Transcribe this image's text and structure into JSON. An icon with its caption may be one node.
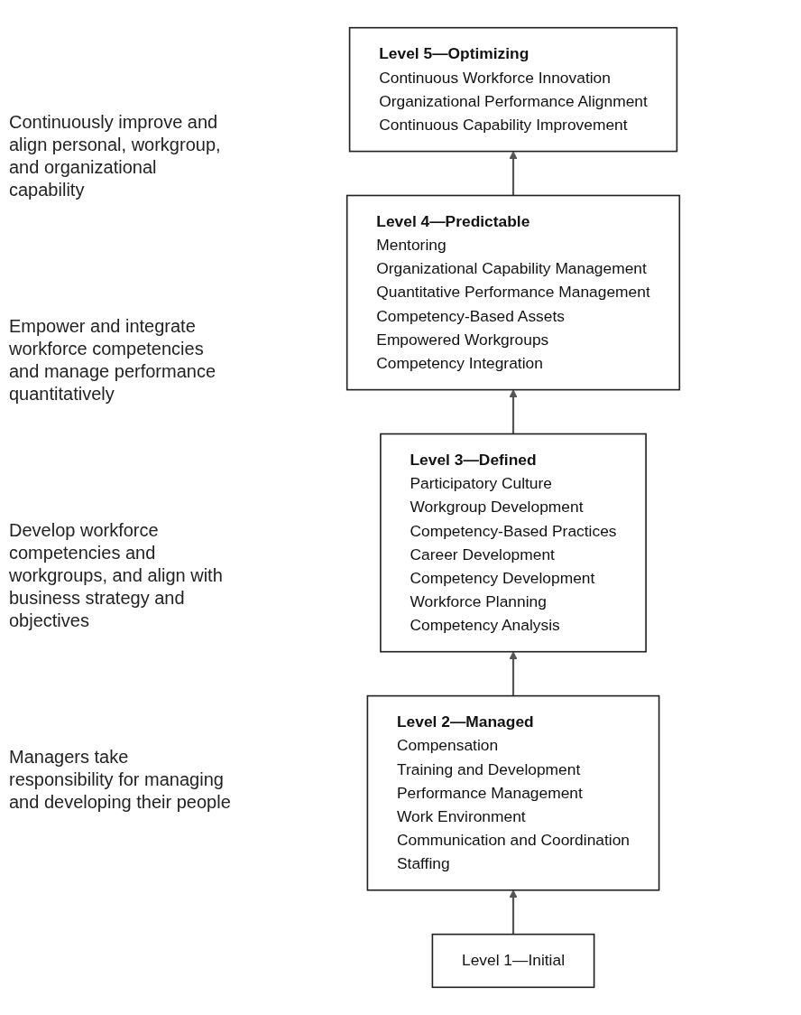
{
  "diagram": {
    "nodes": [
      {
        "text": [
          "Level 5—Optimizing",
          "Continuous Workforce Innovation",
          "Organizational Performance Alignment",
          "Continuous Capability Improvement"
        ]
      },
      {
        "text": [
          "Level 4—Predictable",
          "Mentoring",
          "Organizational Capability Management",
          "Quantitative Performance Management",
          "Competency-Based Assets",
          "Empowered Workgroups",
          "Competency Integration"
        ]
      },
      {
        "text": [
          "Level 3—Defined",
          "Participatory Culture",
          "Workgroup Development",
          "Competency-Based Practices",
          "Career Development",
          "Competency Development",
          "Workforce Planning",
          "Competency Analysis"
        ]
      },
      {
        "text": [
          "Level 2—Managed",
          "Compensation",
          "Training and Development",
          "Performance Management",
          "Work Environment",
          "Communication and Coordination",
          "Staffing"
        ]
      },
      {
        "text": [
          "Level 1—Initial"
        ]
      }
    ],
    "edges": [
      {
        "from": 4,
        "to": 3,
        "arrow": "to"
      },
      {
        "from": 3,
        "to": 2,
        "arrow": "to"
      },
      {
        "from": 2,
        "to": 1,
        "arrow": "to"
      },
      {
        "from": 1,
        "to": 0,
        "arrow": "to"
      }
    ],
    "labels": [
      "Continuously improve and align personal, workgroup, and organizational capability",
      "Empower and integrate workforce competencies and manage performance quantitatively",
      "Develop workforce competencies and workgroups, and align with business strategy and objectives",
      "Managers take responsibility for managing and developing their people"
    ]
  }
}
